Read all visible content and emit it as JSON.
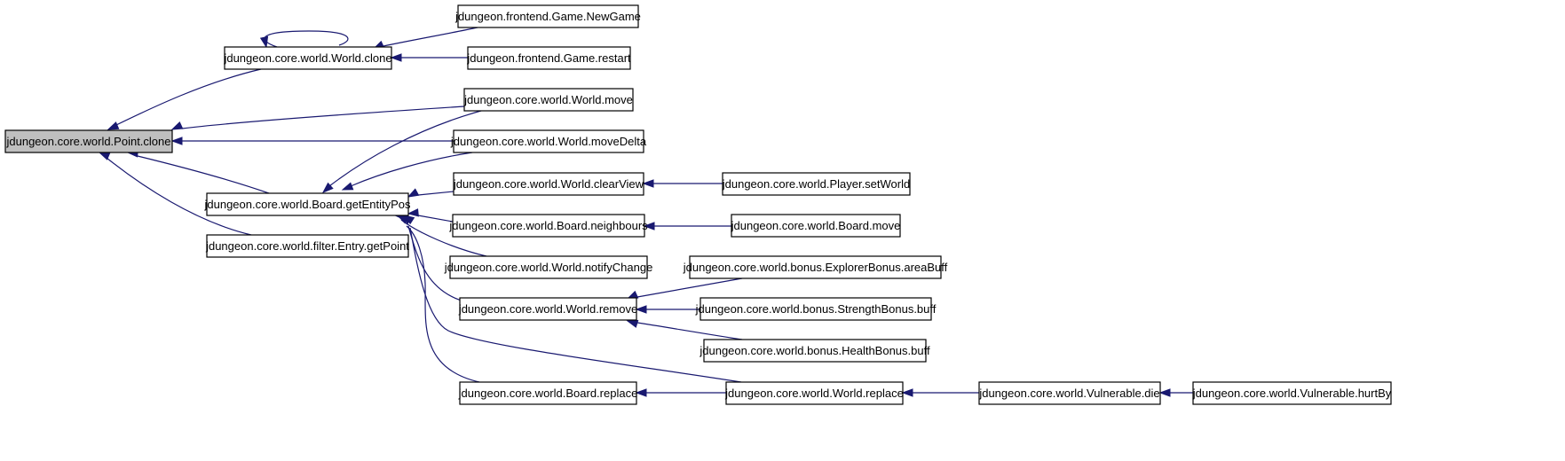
{
  "diagram": {
    "type": "call-graph",
    "edge_color": "#191970",
    "root_fill": "#bfbfbf",
    "nodes": [
      {
        "id": "point_clone",
        "label": "jdungeon.core.world.Point.clone",
        "root": true
      },
      {
        "id": "world_clone",
        "label": "jdungeon.core.world.World.clone"
      },
      {
        "id": "board_getentitypos",
        "label": "jdungeon.core.world.Board.getEntityPos"
      },
      {
        "id": "entry_getpoint",
        "label": "jdungeon.core.world.filter.Entry.getPoint"
      },
      {
        "id": "game_newgame",
        "label": "jdungeon.frontend.Game.NewGame"
      },
      {
        "id": "game_restart",
        "label": "jdungeon.frontend.Game.restart"
      },
      {
        "id": "world_move",
        "label": "jdungeon.core.world.World.move"
      },
      {
        "id": "world_movedelta",
        "label": "jdungeon.core.world.World.moveDelta"
      },
      {
        "id": "world_clearview",
        "label": "jdungeon.core.world.World.clearView"
      },
      {
        "id": "board_neighbours",
        "label": "jdungeon.core.world.Board.neighbours"
      },
      {
        "id": "world_notifychange",
        "label": "jdungeon.core.world.World.notifyChange"
      },
      {
        "id": "world_remove",
        "label": "jdungeon.core.world.World.remove"
      },
      {
        "id": "board_replace",
        "label": "jdungeon.core.world.Board.replace"
      },
      {
        "id": "player_setworld",
        "label": "jdungeon.core.world.Player.setWorld"
      },
      {
        "id": "board_move",
        "label": "jdungeon.core.world.Board.move"
      },
      {
        "id": "explorer_areabuff",
        "label": "jdungeon.core.world.bonus.ExplorerBonus.areaBuff"
      },
      {
        "id": "strength_buff",
        "label": "jdungeon.core.world.bonus.StrengthBonus.buff"
      },
      {
        "id": "health_buff",
        "label": "jdungeon.core.world.bonus.HealthBonus.buff"
      },
      {
        "id": "world_replace",
        "label": "jdungeon.core.world.World.replace"
      },
      {
        "id": "vulnerable_die",
        "label": "jdungeon.core.world.Vulnerable.die"
      },
      {
        "id": "vulnerable_hurtby",
        "label": "jdungeon.core.world.Vulnerable.hurtBy"
      }
    ],
    "edges": [
      {
        "from": "world_clone",
        "to": "point_clone"
      },
      {
        "from": "world_clone",
        "to": "world_clone"
      },
      {
        "from": "game_newgame",
        "to": "world_clone"
      },
      {
        "from": "game_restart",
        "to": "world_clone"
      },
      {
        "from": "world_move",
        "to": "point_clone"
      },
      {
        "from": "world_movedelta",
        "to": "point_clone"
      },
      {
        "from": "board_getentitypos",
        "to": "point_clone"
      },
      {
        "from": "entry_getpoint",
        "to": "point_clone"
      },
      {
        "from": "world_move",
        "to": "board_getentitypos"
      },
      {
        "from": "world_movedelta",
        "to": "board_getentitypos"
      },
      {
        "from": "world_clearview",
        "to": "board_getentitypos"
      },
      {
        "from": "board_neighbours",
        "to": "board_getentitypos"
      },
      {
        "from": "world_notifychange",
        "to": "board_getentitypos"
      },
      {
        "from": "world_remove",
        "to": "board_getentitypos"
      },
      {
        "from": "world_replace",
        "to": "board_getentitypos"
      },
      {
        "from": "board_replace",
        "to": "board_getentitypos"
      },
      {
        "from": "player_setworld",
        "to": "world_clearview"
      },
      {
        "from": "board_move",
        "to": "board_neighbours"
      },
      {
        "from": "explorer_areabuff",
        "to": "world_remove"
      },
      {
        "from": "strength_buff",
        "to": "world_remove"
      },
      {
        "from": "health_buff",
        "to": "world_remove"
      },
      {
        "from": "world_replace",
        "to": "board_replace"
      },
      {
        "from": "vulnerable_die",
        "to": "world_replace"
      },
      {
        "from": "vulnerable_hurtby",
        "to": "vulnerable_die"
      }
    ]
  }
}
